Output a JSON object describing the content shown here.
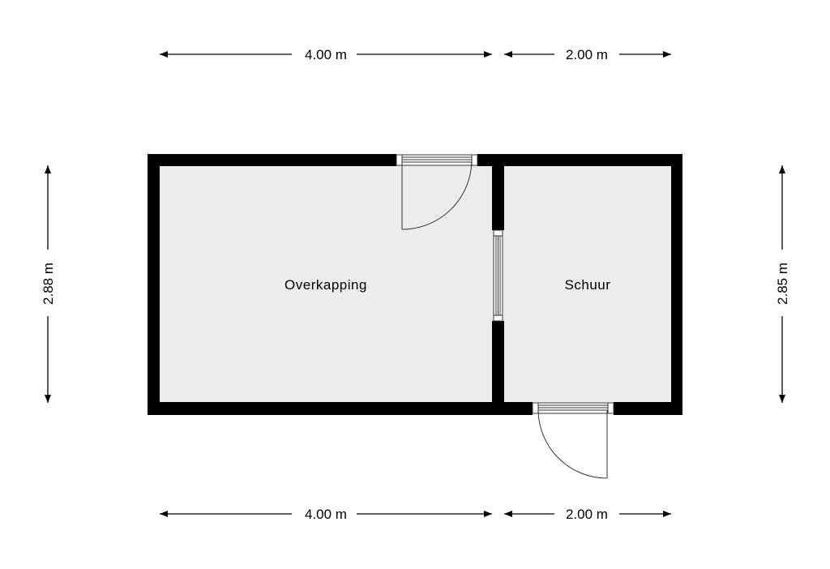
{
  "floorplan": {
    "rooms": [
      {
        "name": "Overkapping"
      },
      {
        "name": "Schuur"
      }
    ],
    "dimensions": {
      "top": [
        "4.00 m",
        "2.00 m"
      ],
      "bottom": [
        "4.00 m",
        "2.00 m"
      ],
      "left": "2.88 m",
      "right": "2.85 m"
    },
    "colors": {
      "wall": "#000000",
      "floor": "#ececec",
      "line": "#333333"
    }
  }
}
